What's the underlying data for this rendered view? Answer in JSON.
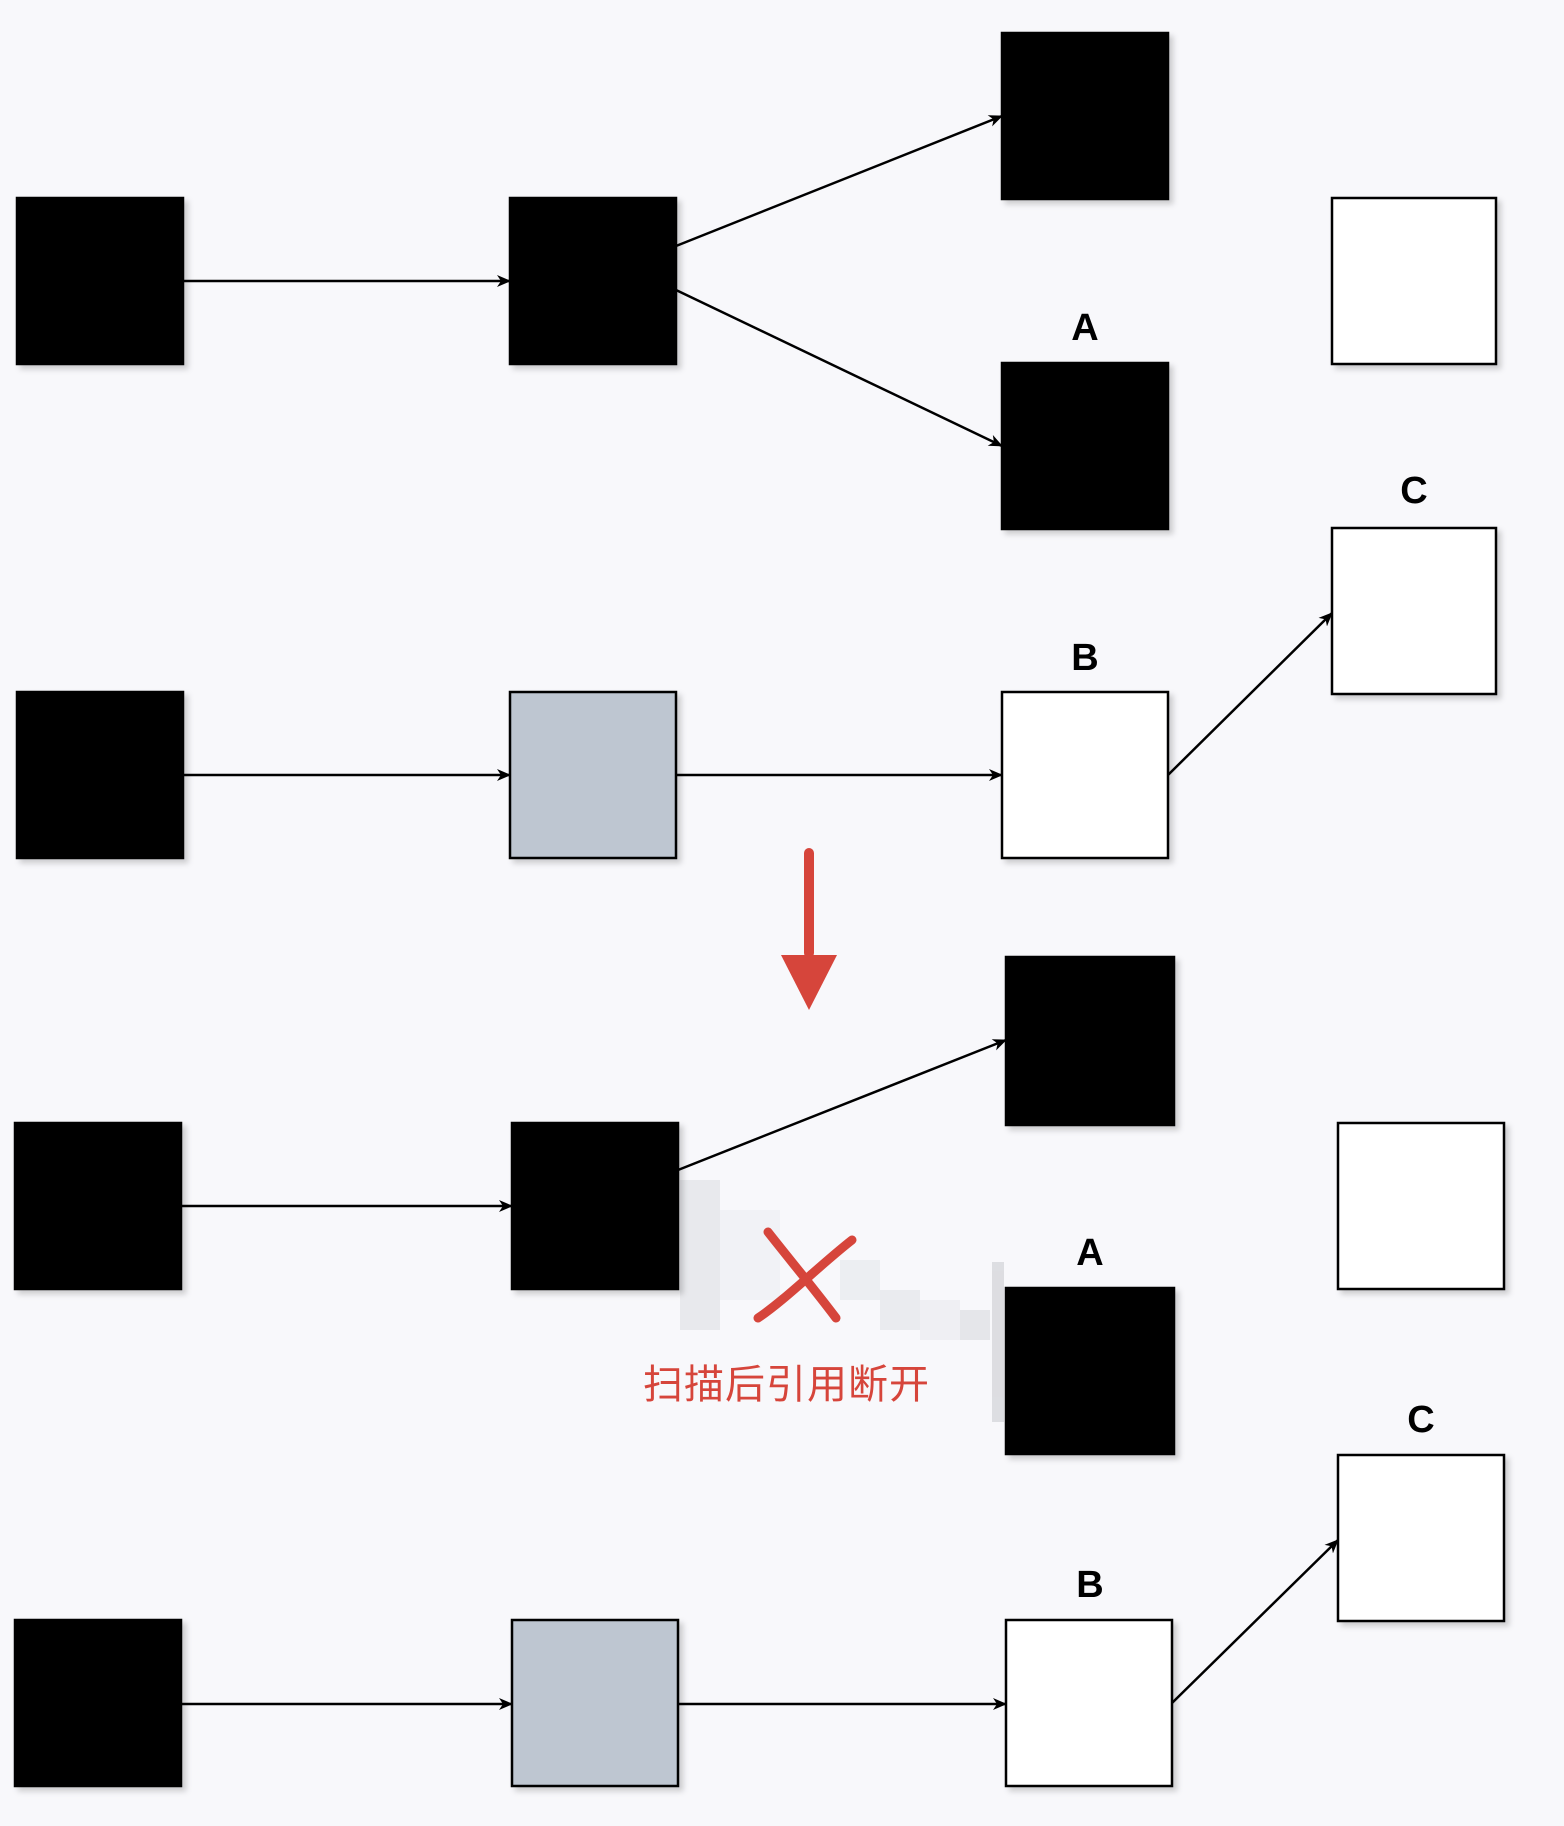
{
  "colors": {
    "black": "#000000",
    "white": "#ffffff",
    "gray": "#bec6d1",
    "accent": "#d6453b"
  },
  "labels": {
    "a": "A",
    "b": "B",
    "c": "C"
  },
  "annotation": {
    "text": "扫描后引用断开"
  },
  "icons": {
    "transition": "down-arrow-icon",
    "broken": "cross-icon"
  }
}
